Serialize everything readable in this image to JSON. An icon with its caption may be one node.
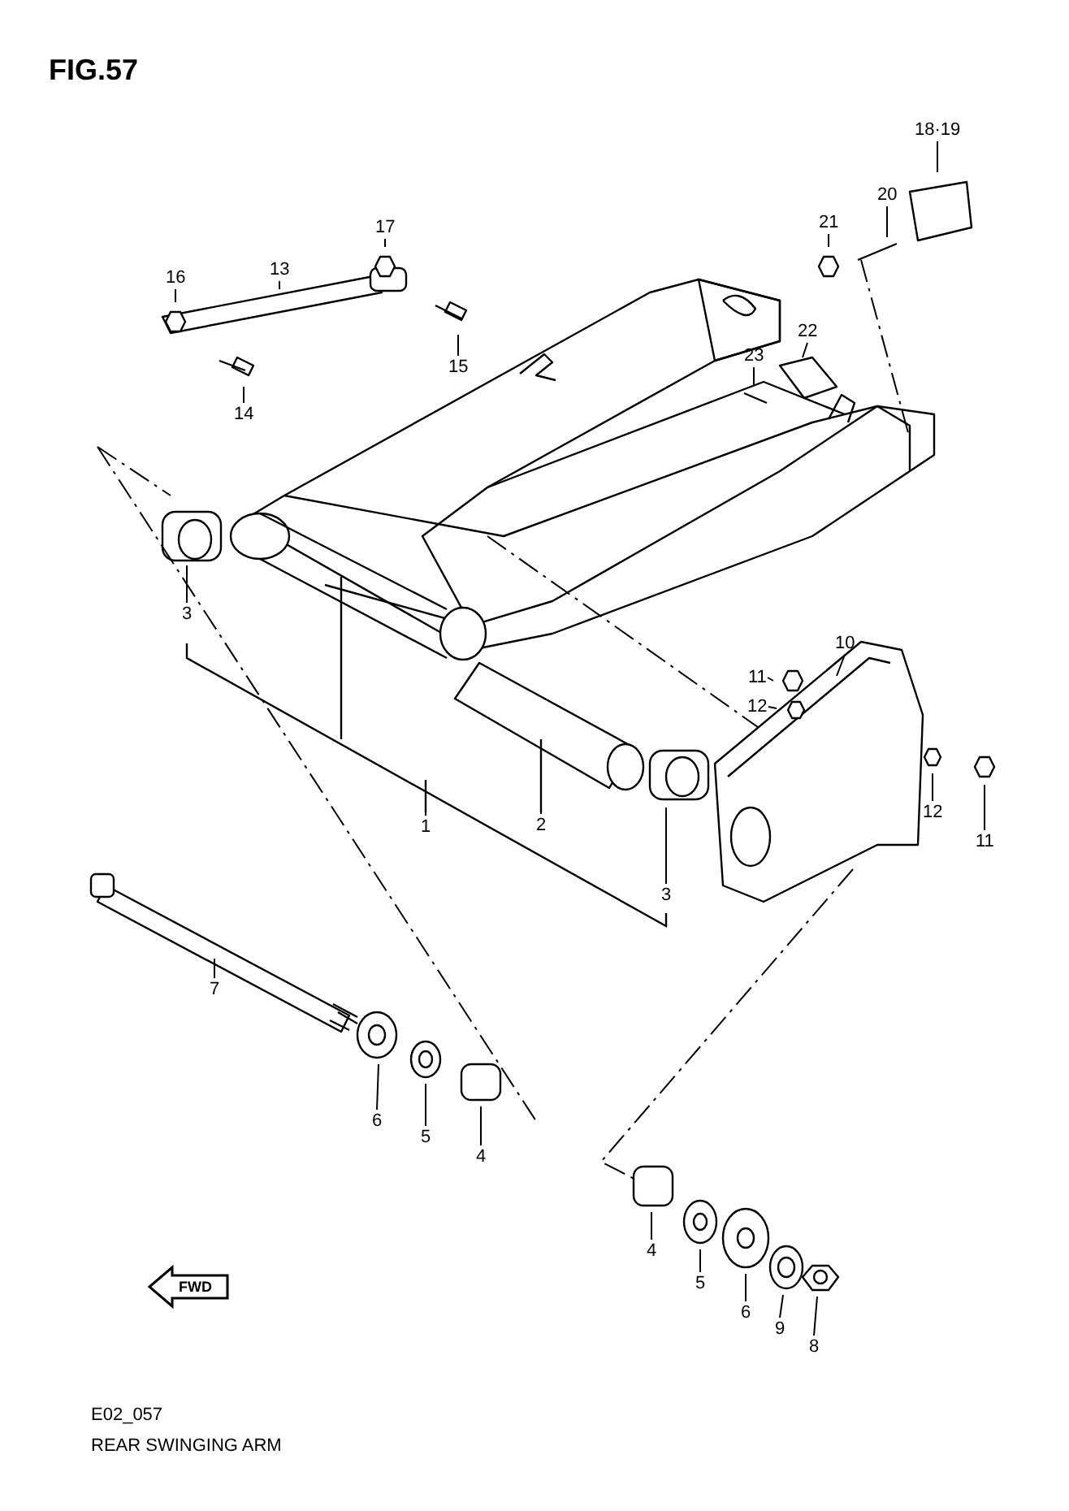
{
  "diagram": {
    "title": "FIG.57",
    "nodes": [
      {
        "text": [
          "18·19"
        ]
      },
      {
        "text": [
          "17"
        ]
      },
      {
        "text": [
          "21"
        ]
      },
      {
        "text": [
          "20"
        ]
      },
      {
        "text": [
          "16"
        ]
      },
      {
        "text": [
          "13"
        ]
      },
      {
        "text": [
          "22"
        ]
      },
      {
        "text": [
          "15"
        ]
      },
      {
        "text": [
          "23"
        ]
      },
      {
        "text": [
          "14"
        ]
      },
      {
        "text": [
          "3"
        ]
      },
      {
        "text": [
          "10"
        ]
      },
      {
        "text": [
          "11"
        ]
      },
      {
        "text": [
          "12"
        ]
      },
      {
        "text": [
          "1"
        ]
      },
      {
        "text": [
          "2"
        ]
      },
      {
        "text": [
          "12"
        ]
      },
      {
        "text": [
          "11"
        ]
      },
      {
        "text": [
          "3"
        ]
      },
      {
        "text": [
          "7"
        ]
      },
      {
        "text": [
          "6"
        ]
      },
      {
        "text": [
          "5"
        ]
      },
      {
        "text": [
          "4"
        ]
      },
      {
        "text": [
          "4"
        ]
      },
      {
        "text": [
          "5"
        ]
      },
      {
        "text": [
          "6"
        ]
      },
      {
        "text": [
          "9"
        ]
      },
      {
        "text": [
          "8"
        ]
      }
    ],
    "edges": [
      {
        "from": 0,
        "to": null,
        "arrow": "none"
      },
      {
        "from": 1,
        "to": null,
        "arrow": "none"
      },
      {
        "from": 2,
        "to": null,
        "arrow": "none"
      },
      {
        "from": 3,
        "to": null,
        "arrow": "none"
      },
      {
        "from": 4,
        "to": null,
        "arrow": "none"
      },
      {
        "from": 5,
        "to": null,
        "arrow": "none"
      },
      {
        "from": 6,
        "to": null,
        "arrow": "none"
      },
      {
        "from": 7,
        "to": null,
        "arrow": "none"
      },
      {
        "from": 8,
        "to": null,
        "arrow": "none"
      },
      {
        "from": 9,
        "to": null,
        "arrow": "none"
      },
      {
        "from": 10,
        "to": null,
        "arrow": "none"
      },
      {
        "from": 11,
        "to": null,
        "arrow": "none"
      },
      {
        "from": 12,
        "to": null,
        "arrow": "none"
      },
      {
        "from": 13,
        "to": null,
        "arrow": "none"
      },
      {
        "from": 14,
        "to": null,
        "arrow": "none"
      },
      {
        "from": 15,
        "to": null,
        "arrow": "none"
      },
      {
        "from": 16,
        "to": null,
        "arrow": "none"
      },
      {
        "from": 17,
        "to": null,
        "arrow": "none"
      },
      {
        "from": 18,
        "to": null,
        "arrow": "none"
      },
      {
        "from": 19,
        "to": null,
        "arrow": "none"
      },
      {
        "from": 20,
        "to": null,
        "arrow": "none"
      },
      {
        "from": 21,
        "to": null,
        "arrow": "none"
      },
      {
        "from": 22,
        "to": null,
        "arrow": "none"
      },
      {
        "from": 23,
        "to": null,
        "arrow": "none"
      },
      {
        "from": 24,
        "to": null,
        "arrow": "none"
      },
      {
        "from": 25,
        "to": null,
        "arrow": "none"
      },
      {
        "from": 26,
        "to": null,
        "arrow": "none"
      },
      {
        "from": 27,
        "to": null,
        "arrow": "none"
      }
    ],
    "labels": [
      "FWD",
      "E02_057",
      "REAR SWINGING ARM"
    ]
  }
}
